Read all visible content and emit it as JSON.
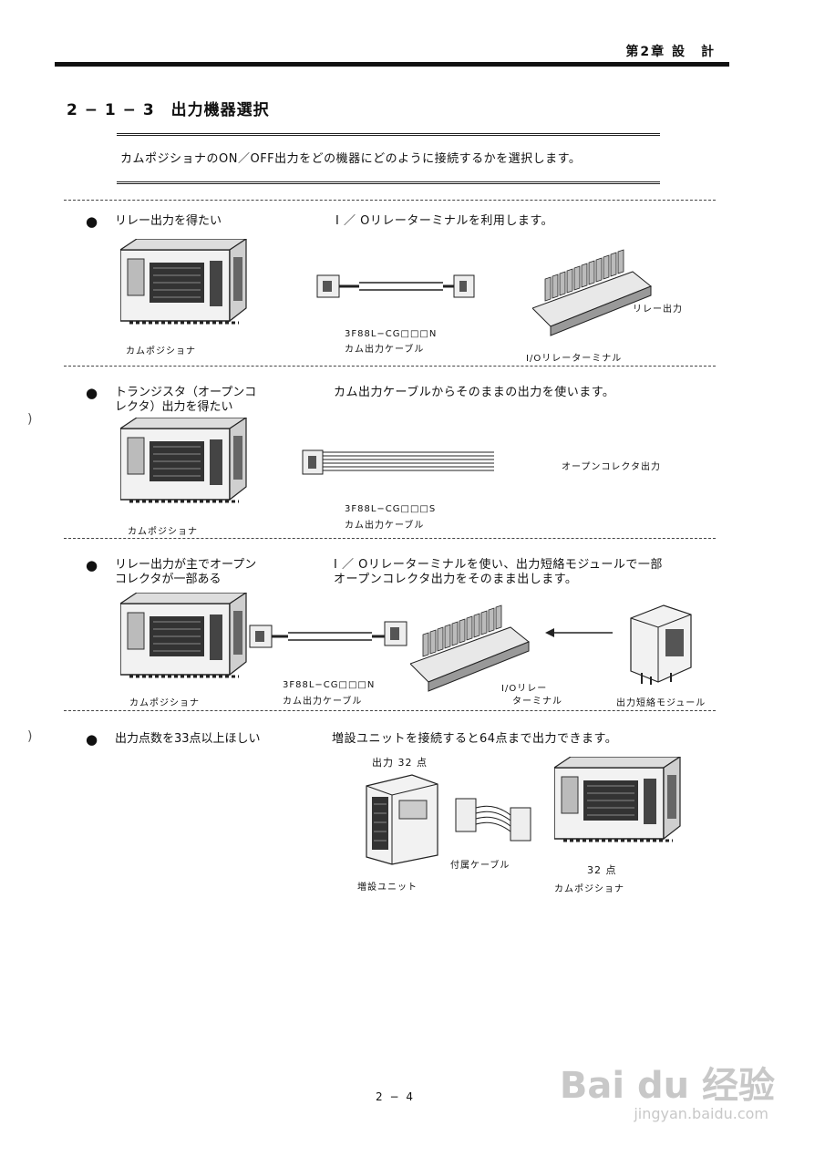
{
  "header": {
    "chapter": "第2章 設　計"
  },
  "section": {
    "title": "2 − 1 − 3　出力機器選択"
  },
  "intro": "カムポジショナのON／OFF出力をどの機器にどのように接続するかを選択します。",
  "rows": [
    {
      "bullet": "●",
      "need": [
        "リレー出力を得たい"
      ],
      "desc": [
        "I ／ Oリレーターミナルを利用します。"
      ],
      "captions": {
        "positioner": "カムポジショナ",
        "cable_model": "3F88L−CG□□□N",
        "cable_name": "カム出力ケーブル",
        "relay_out": "リレー出力",
        "terminal": "I/Oリレーターミナル"
      }
    },
    {
      "bullet": "●",
      "need": [
        "トランジスタ（オープンコ",
        "レクタ）出力を得たい"
      ],
      "desc": [
        "カム出力ケーブルからそのままの出力を使います。"
      ],
      "captions": {
        "positioner": "カムポジショナ",
        "cable_model": "3F88L−CG□□□S",
        "cable_name": "カム出力ケーブル",
        "open_collector": "オープンコレクタ出力"
      }
    },
    {
      "bullet": "●",
      "need": [
        "リレー出力が主でオープン",
        "コレクタが一部ある"
      ],
      "desc": [
        "I ／ Oリレーターミナルを使い、出力短絡モジュールで一部",
        "オープンコレクタ出力をそのまま出します。"
      ],
      "captions": {
        "positioner": "カムポジショナ",
        "cable_model": "3F88L−CG□□□N",
        "cable_name": "カム出力ケーブル",
        "terminal_1": "I/Oリレー",
        "terminal_2": "ターミナル",
        "module": "出力短絡モジュール"
      }
    },
    {
      "bullet": "●",
      "need": [
        "出力点数を33点以上ほしい"
      ],
      "desc": [
        "増設ユニットを接続すると64点まで出力できます。"
      ],
      "captions": {
        "out32": "出力 32 点",
        "expansion": "増設ユニット",
        "cable": "付属ケーブル",
        "pts32": "32 点",
        "positioner": "カムポジショナ"
      }
    }
  ],
  "footer": {
    "page": "2 − 4"
  },
  "watermark": {
    "brand": "Bai du 经验",
    "url": "jingyan.baidu.com"
  }
}
